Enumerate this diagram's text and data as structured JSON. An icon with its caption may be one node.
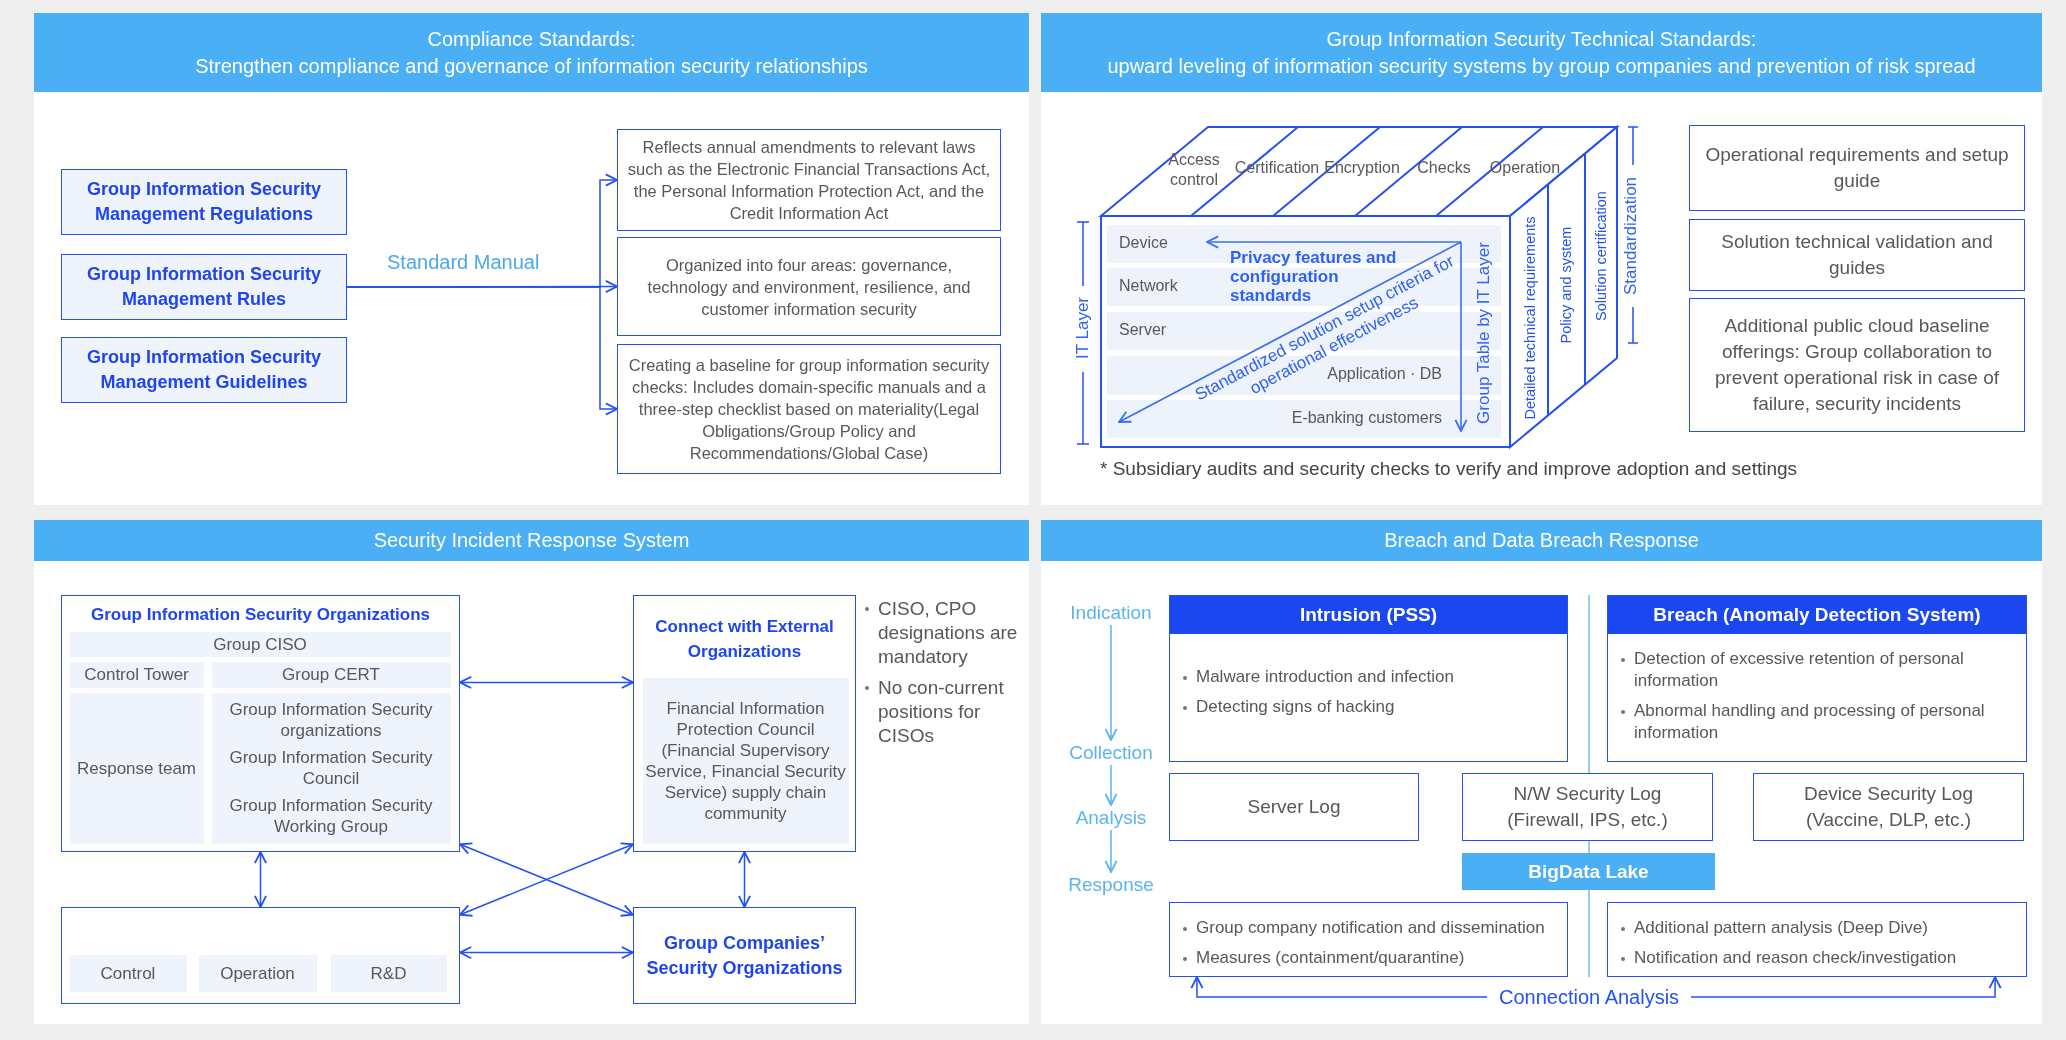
{
  "diagram": {
    "nodes": [
      {
        "text": [
          "Compliance Standards:",
          "Strengthen compliance and governance of information security relationships"
        ]
      },
      {
        "text": [
          "Group Information Security Management Regulations"
        ],
        "in": 0
      },
      {
        "text": [
          "Group Information Security Management Rules"
        ],
        "in": 0
      },
      {
        "text": [
          "Group Information Security Management Guidelines"
        ],
        "in": 0
      },
      {
        "text": [
          "Reflects annual amendments to relevant laws such as the Electronic Financial Transactions Act, the Personal Information Protection Act, and the Credit Information Act"
        ],
        "in": 0
      },
      {
        "text": [
          "Organized into four areas: governance, technology and environment, resilience, and customer information security"
        ],
        "in": 0
      },
      {
        "text": [
          "Creating a baseline for group information security checks: Includes domain-specific manuals and a three-step checklist based on materiality(Legal Obligations/Group Policy and Recommendations/Global Case)"
        ],
        "in": 0
      },
      {
        "text": [
          "Group Information Security Technical Standards:",
          "upward leveling of information security systems by group companies and prevention of risk spread"
        ]
      },
      {
        "text": [
          "Operational requirements and setup guide"
        ],
        "in": 7
      },
      {
        "text": [
          "Solution technical validation and guides"
        ],
        "in": 7
      },
      {
        "text": [
          "Additional public cloud baseline offerings: Group collaboration to prevent operational risk in case of failure, security incidents"
        ],
        "in": 7
      },
      {
        "text": [
          "Security Incident Response System"
        ]
      },
      {
        "text": [
          "Group Information Security Organizations"
        ],
        "in": 11
      },
      {
        "text": [
          "Group CISO"
        ],
        "in": 12
      },
      {
        "text": [
          "Control Tower"
        ],
        "in": 12
      },
      {
        "text": [
          "Group CERT"
        ],
        "in": 12
      },
      {
        "text": [
          "Response team"
        ],
        "in": 12
      },
      {
        "text": [
          "Group Information Security organizations",
          "Group Information Security Council",
          "Group Information Security Working Group"
        ],
        "in": 12
      },
      {
        "text": [
          "Connect with External Organizations"
        ],
        "in": 11
      },
      {
        "text": [
          "Financial Information Protection Council (Financial Supervisory Service, Financial Security Service) supply chain community"
        ],
        "in": 18
      },
      {
        "text": [],
        "shape": "box",
        "in": 11
      },
      {
        "text": [
          "Control"
        ],
        "in": 20
      },
      {
        "text": [
          "Operation"
        ],
        "in": 20
      },
      {
        "text": [
          "R&D"
        ],
        "in": 20
      },
      {
        "text": [
          "Group Companies’ Security Organizations"
        ],
        "in": 11
      },
      {
        "text": [
          "Breach and Data Breach Response"
        ]
      },
      {
        "text": [
          "Indication"
        ],
        "in": 25
      },
      {
        "text": [
          "Collection"
        ],
        "in": 25
      },
      {
        "text": [
          "Analysis"
        ],
        "in": 25
      },
      {
        "text": [
          "Response"
        ],
        "in": 25
      },
      {
        "text": [
          "Intrusion (PSS)",
          "Malware introduction and infection",
          "Detecting signs of hacking"
        ],
        "in": 25
      },
      {
        "text": [
          "Breach (Anomaly Detection System)",
          "Detection of excessive retention of personal information",
          "Abnormal handling and processing of personal information"
        ],
        "in": 25
      },
      {
        "text": [
          "Server Log"
        ],
        "in": 25
      },
      {
        "text": [
          "N/W Security Log",
          "(Firewall, IPS, etc.)"
        ],
        "in": 25
      },
      {
        "text": [
          "Device Security Log",
          "(Vaccine, DLP, etc.)"
        ],
        "in": 25
      },
      {
        "text": [
          "BigData Lake"
        ],
        "in": 25
      },
      {
        "text": [
          "Group company notification and dissemination",
          "Measures (containment/quarantine)"
        ],
        "in": 25
      },
      {
        "text": [
          "Additional pattern analysis (Deep Dive)",
          "Notification and reason check/investigation"
        ],
        "in": 25
      }
    ],
    "edges": [
      {
        "from": 2,
        "to": 4,
        "arrow": "to"
      },
      {
        "from": 2,
        "to": 5,
        "arrow": "to",
        "label": "Standard Manual"
      },
      {
        "from": 2,
        "to": 6,
        "arrow": "to"
      },
      {
        "from": 12,
        "to": 18,
        "arrow": "both"
      },
      {
        "from": 12,
        "to": 20,
        "arrow": "both"
      },
      {
        "from": 18,
        "to": 24,
        "arrow": "both"
      },
      {
        "from": 12,
        "to": 24,
        "arrow": "both"
      },
      {
        "from": 20,
        "to": 18,
        "arrow": "both"
      },
      {
        "from": 20,
        "to": 24,
        "arrow": "both"
      },
      {
        "from": 26,
        "to": 27,
        "arrow": "to",
        "color": "#5ab4f0"
      },
      {
        "from": 27,
        "to": 28,
        "arrow": "to",
        "color": "#5ab4f0"
      },
      {
        "from": 28,
        "to": 29,
        "arrow": "to",
        "color": "#5ab4f0"
      },
      {
        "from": 36,
        "to": 37,
        "arrow": "both",
        "label": "Connection Analysis"
      }
    ],
    "labels": [
      "Access control",
      "Certification",
      "Encryption",
      "Checks",
      "Operation",
      "Standardization",
      "Device",
      "Privacy features and configuration standards",
      "Network",
      "Standardized solution setup criteria for operational effectiveness",
      "Server",
      "Application · DB",
      "E-banking customers",
      "Group Table by IT Layer",
      "Detailed technical requirements",
      "Policy and system",
      "Solution certification",
      "IT Layer",
      "* Subsidiary audits and security checks to verify and improve adoption and settings",
      "CISO, CPO designations are mandatory",
      "No con-current positions for CISOs"
    ]
  }
}
